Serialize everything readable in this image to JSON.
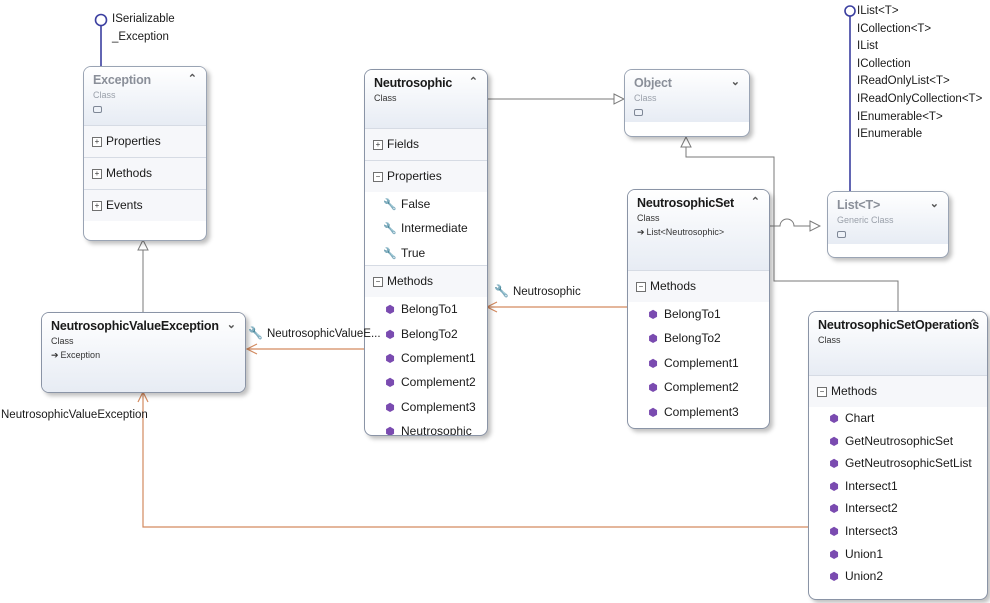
{
  "exception": {
    "title": "Exception",
    "kind": "Class",
    "toggle": "⌃",
    "sections": [
      "Properties",
      "Methods",
      "Events"
    ],
    "lollipop": [
      "ISerializable",
      "_Exception"
    ]
  },
  "neutrosophic": {
    "title": "Neutrosophic",
    "kind": "Class",
    "toggle": "⌃",
    "fields_label": "Fields",
    "properties_label": "Properties",
    "properties": [
      "False",
      "Intermediate",
      "True"
    ],
    "methods_label": "Methods",
    "methods": [
      "BelongTo1",
      "BelongTo2",
      "Complement1",
      "Complement2",
      "Complement3",
      "Neutrosophic"
    ]
  },
  "object": {
    "title": "Object",
    "kind": "Class",
    "toggle": "⌄"
  },
  "list": {
    "title": "List<T>",
    "kind": "Generic Class",
    "toggle": "⌄",
    "interfaces": [
      "IList<T>",
      "ICollection<T>",
      "IList",
      "ICollection",
      "IReadOnlyList<T>",
      "IReadOnlyCollection<T>",
      "IEnumerable<T>",
      "IEnumerable"
    ]
  },
  "neutrosophic_set": {
    "title": "NeutrosophicSet",
    "kind": "Class",
    "base": "List<Neutrosophic>",
    "toggle": "⌃",
    "methods_label": "Methods",
    "methods": [
      "BelongTo1",
      "BelongTo2",
      "Complement1",
      "Complement2",
      "Complement3"
    ]
  },
  "value_exception": {
    "title": "NeutrosophicValueException",
    "kind": "Class",
    "base": "Exception",
    "toggle": "⌄"
  },
  "set_operations": {
    "title": "NeutrosophicSetOperations",
    "kind": "Class",
    "toggle": "⌃",
    "methods_label": "Methods",
    "methods": [
      "Chart",
      "GetNeutrosophicSet",
      "GetNeutrosophicSetList",
      "Intersect1",
      "Intersect2",
      "Intersect3",
      "Union1",
      "Union2"
    ]
  },
  "associations": {
    "neutrosophic_label": "Neutrosophic",
    "value_exception_label": "NeutrosophicValueE...",
    "value_exception_left_label": "NeutrosophicValueException"
  }
}
